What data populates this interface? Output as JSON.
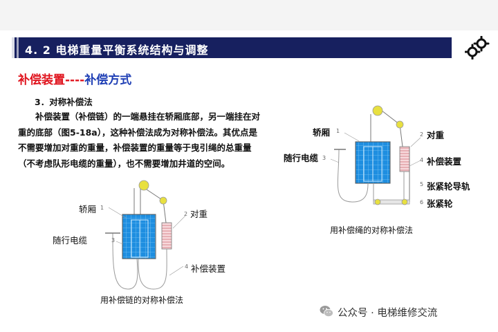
{
  "header": {
    "title": "4. 2  电梯重量平衡系统结构与调整"
  },
  "subtitle": {
    "left": "补偿装置",
    "dashes": "----",
    "right": "补偿方式"
  },
  "section": {
    "title": "3．对称补偿法"
  },
  "paragraph": "补偿装置（补偿链）的一端悬挂在轿厢底部，另一端挂在对重的底部（图5-18a），这种补偿法成为对称补偿法。其优点是不需要增加对重的重量，补偿装置的重量等于曳引绳的总重量（不考虑队形电缆的重量），也不需要增加井道的空间。",
  "diagram_left": {
    "labels": {
      "car": "轿厢",
      "counterweight": "对重",
      "cable": "随行电缆",
      "compensation": "补偿装置"
    },
    "numbers": {
      "car": "1",
      "counterweight": "2",
      "cable": "3",
      "compensation": "4"
    },
    "caption": "用补偿链的对称补偿法"
  },
  "diagram_right": {
    "labels": {
      "car": "轿厢",
      "counterweight": "对重",
      "cable": "随行电缆",
      "compensation": "补偿装置",
      "tension_rail": "张紧轮导轨",
      "tension_wheel": "张紧轮"
    },
    "numbers": {
      "car": "1",
      "counterweight": "2",
      "cable": "3",
      "compensation": "4",
      "tension_rail": "5",
      "tension_wheel": "6"
    },
    "caption": "用补偿绳的对称补偿法"
  },
  "watermark": {
    "text": "公众号 · 电梯维修交流"
  },
  "colors": {
    "header_bg": "#17205f",
    "red": "#e0141e",
    "blue": "#1f3fb5",
    "car_blue": "#1e8ee0",
    "sheave": "#e8e040"
  }
}
